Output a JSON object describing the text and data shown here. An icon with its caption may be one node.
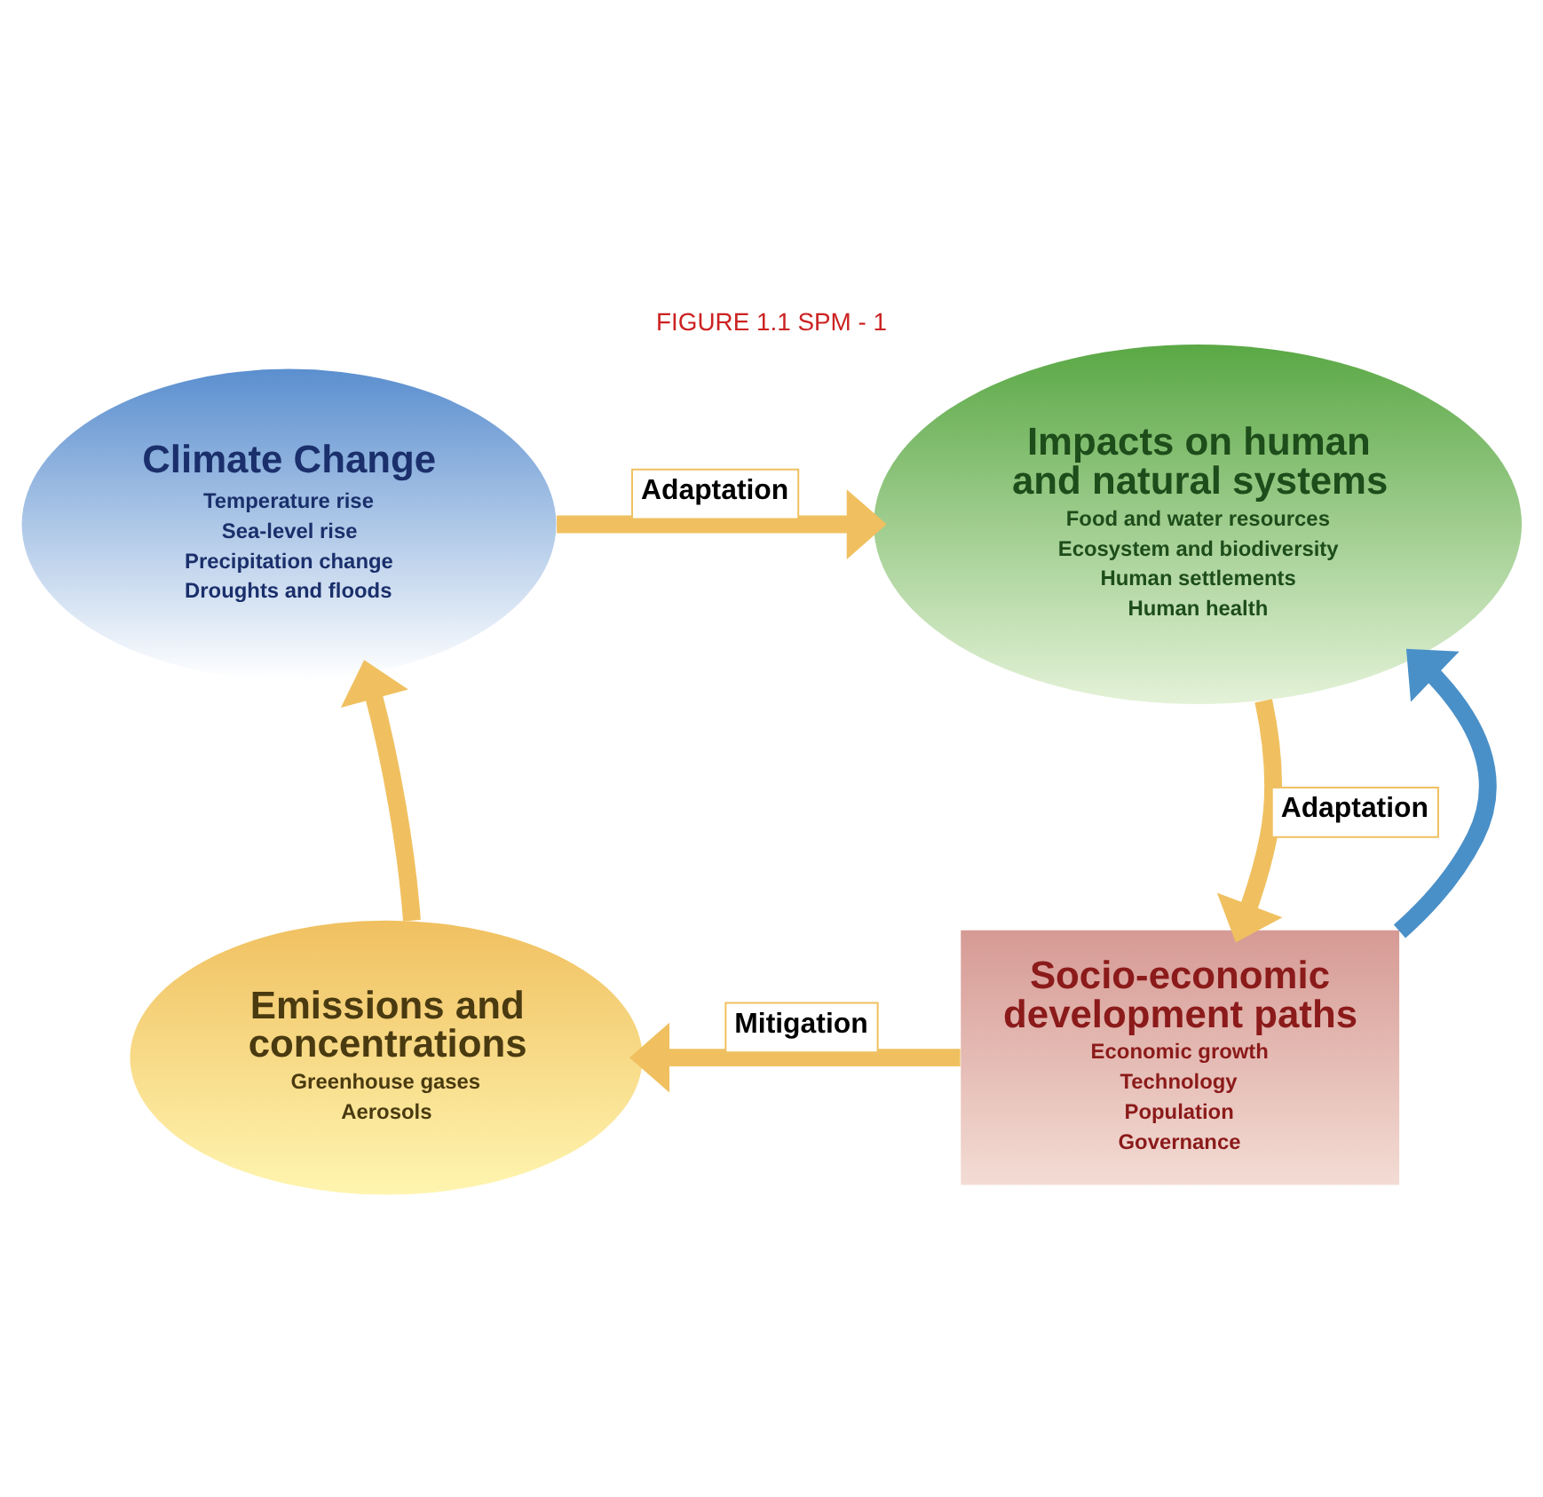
{
  "diagram": {
    "title": "FIGURE 1.1 SPM - 1",
    "nodes": [
      {
        "text": [
          "Climate Change",
          "Temperature rise",
          "Sea-level rise",
          "Precipitation change",
          "Droughts and floods"
        ]
      },
      {
        "text": [
          "Impacts on human and natural systems",
          "Food and water resources",
          "Ecosystem and biodiversity",
          "Human settlements",
          "Human health"
        ]
      },
      {
        "text": [
          "Socio-economic development paths",
          "Economic growth",
          "Technology",
          "Population",
          "Governance"
        ]
      },
      {
        "text": [
          "Emissions and concentrations",
          "Greenhouse gases",
          "Aerosols"
        ]
      }
    ],
    "edges": [
      {
        "from": 0,
        "to": 1,
        "arrow": "to",
        "label": "Adaptation"
      },
      {
        "from": 1,
        "to": 2,
        "arrow": "to",
        "label": "Adaptation"
      },
      {
        "from": 2,
        "to": 1,
        "arrow": "to",
        "color": "#4a90c8"
      },
      {
        "from": 2,
        "to": 3,
        "arrow": "to",
        "label": "Mitigation"
      },
      {
        "from": 3,
        "to": 0,
        "arrow": "to"
      }
    ]
  }
}
